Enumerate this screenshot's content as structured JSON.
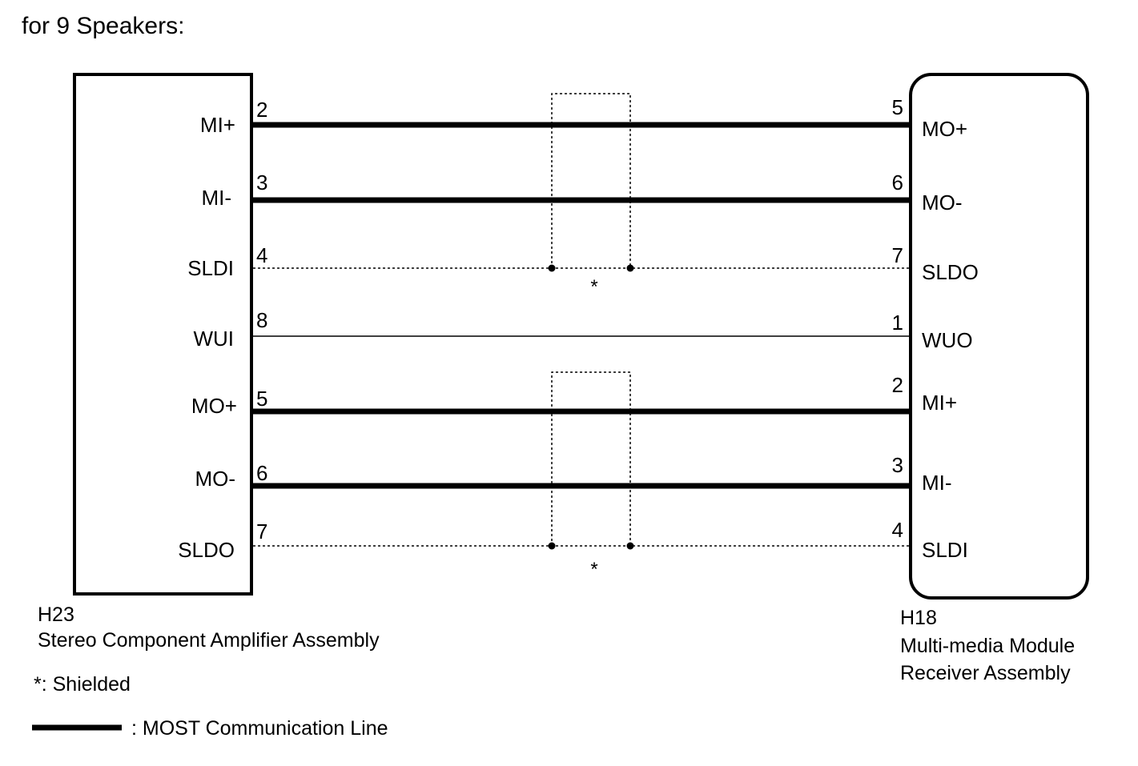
{
  "heading": "for 9 Speakers:",
  "left_connector": {
    "code": "H23",
    "name": "Stereo Component Amplifier Assembly"
  },
  "right_connector": {
    "code": "H18",
    "name_line1": "Multi-media Module",
    "name_line2": "Receiver Assembly"
  },
  "wires": [
    {
      "left_label": "MI+",
      "left_pin": "2",
      "right_pin": "5",
      "right_label": "MO+",
      "style": "most"
    },
    {
      "left_label": "MI-",
      "left_pin": "3",
      "right_pin": "6",
      "right_label": "MO-",
      "style": "most"
    },
    {
      "left_label": "SLDI",
      "left_pin": "4",
      "right_pin": "7",
      "right_label": "SLDO",
      "style": "shield"
    },
    {
      "left_label": "WUI",
      "left_pin": "8",
      "right_pin": "1",
      "right_label": "WUO",
      "style": "thin"
    },
    {
      "left_label": "MO+",
      "left_pin": "5",
      "right_pin": "2",
      "right_label": "MI+",
      "style": "most"
    },
    {
      "left_label": "MO-",
      "left_pin": "6",
      "right_pin": "3",
      "right_label": "MI-",
      "style": "most"
    },
    {
      "left_label": "SLDO",
      "left_pin": "7",
      "right_pin": "4",
      "right_label": "SLDI",
      "style": "shield"
    }
  ],
  "shield_marks": [
    "*",
    "*"
  ],
  "legend": {
    "shielded": "*: Shielded",
    "most_line": ": MOST Communication Line"
  }
}
